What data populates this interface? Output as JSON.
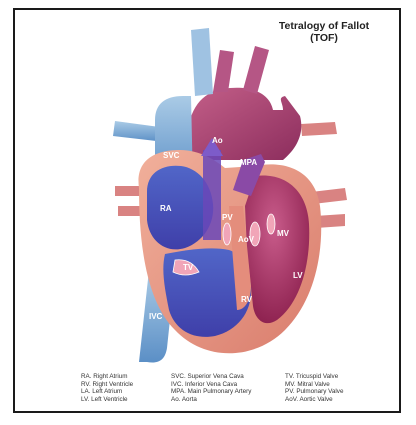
{
  "title": {
    "line1": "Tetralogy of Fallot",
    "line2": "(TOF)"
  },
  "labels": {
    "ao": "Ao",
    "svc": "SVC",
    "mpa": "MPA",
    "ra": "RA",
    "pv": "PV",
    "aov": "AoV",
    "mv": "MV",
    "tv": "TV",
    "lv": "LV",
    "rv": "RV",
    "ivc": "IVC"
  },
  "legend": {
    "col1": [
      "RA. Right Atrium",
      "RV. Right Ventricle",
      "LA. Left Atrium",
      "LV. Left Ventricle"
    ],
    "col2": [
      "SVC. Superior Vena Cava",
      "IVC. Inferior Vena Cava",
      "MPA. Main Pulmonary Artery",
      "Ao. Aorta"
    ],
    "col3": [
      "TV. Tricuspid Valve",
      "MV. Mitral Valve",
      "PV. Pulmonary Valve",
      "AoV. Aortic Valve"
    ]
  }
}
